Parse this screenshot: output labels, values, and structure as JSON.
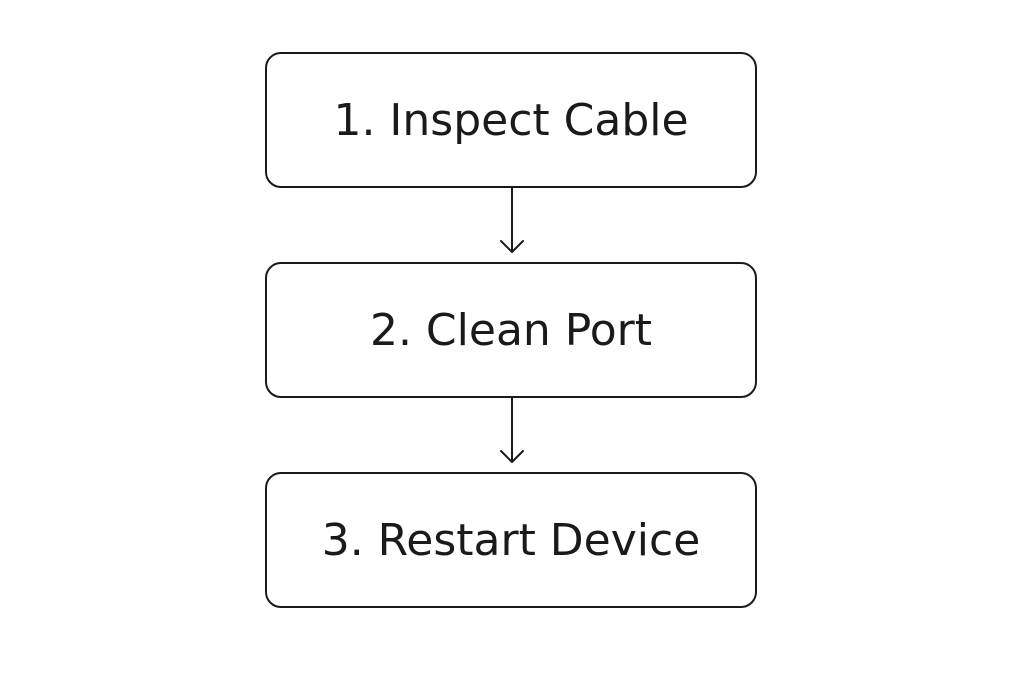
{
  "diagram": {
    "steps": [
      {
        "label": "1. Inspect Cable"
      },
      {
        "label": "2. Clean Port"
      },
      {
        "label": "3. Restart Device"
      }
    ],
    "colors": {
      "stroke": "#1a1a1a",
      "background": "#ffffff",
      "text": "#1a1a1a"
    },
    "icons": {
      "connector": "arrow-down-icon"
    }
  }
}
